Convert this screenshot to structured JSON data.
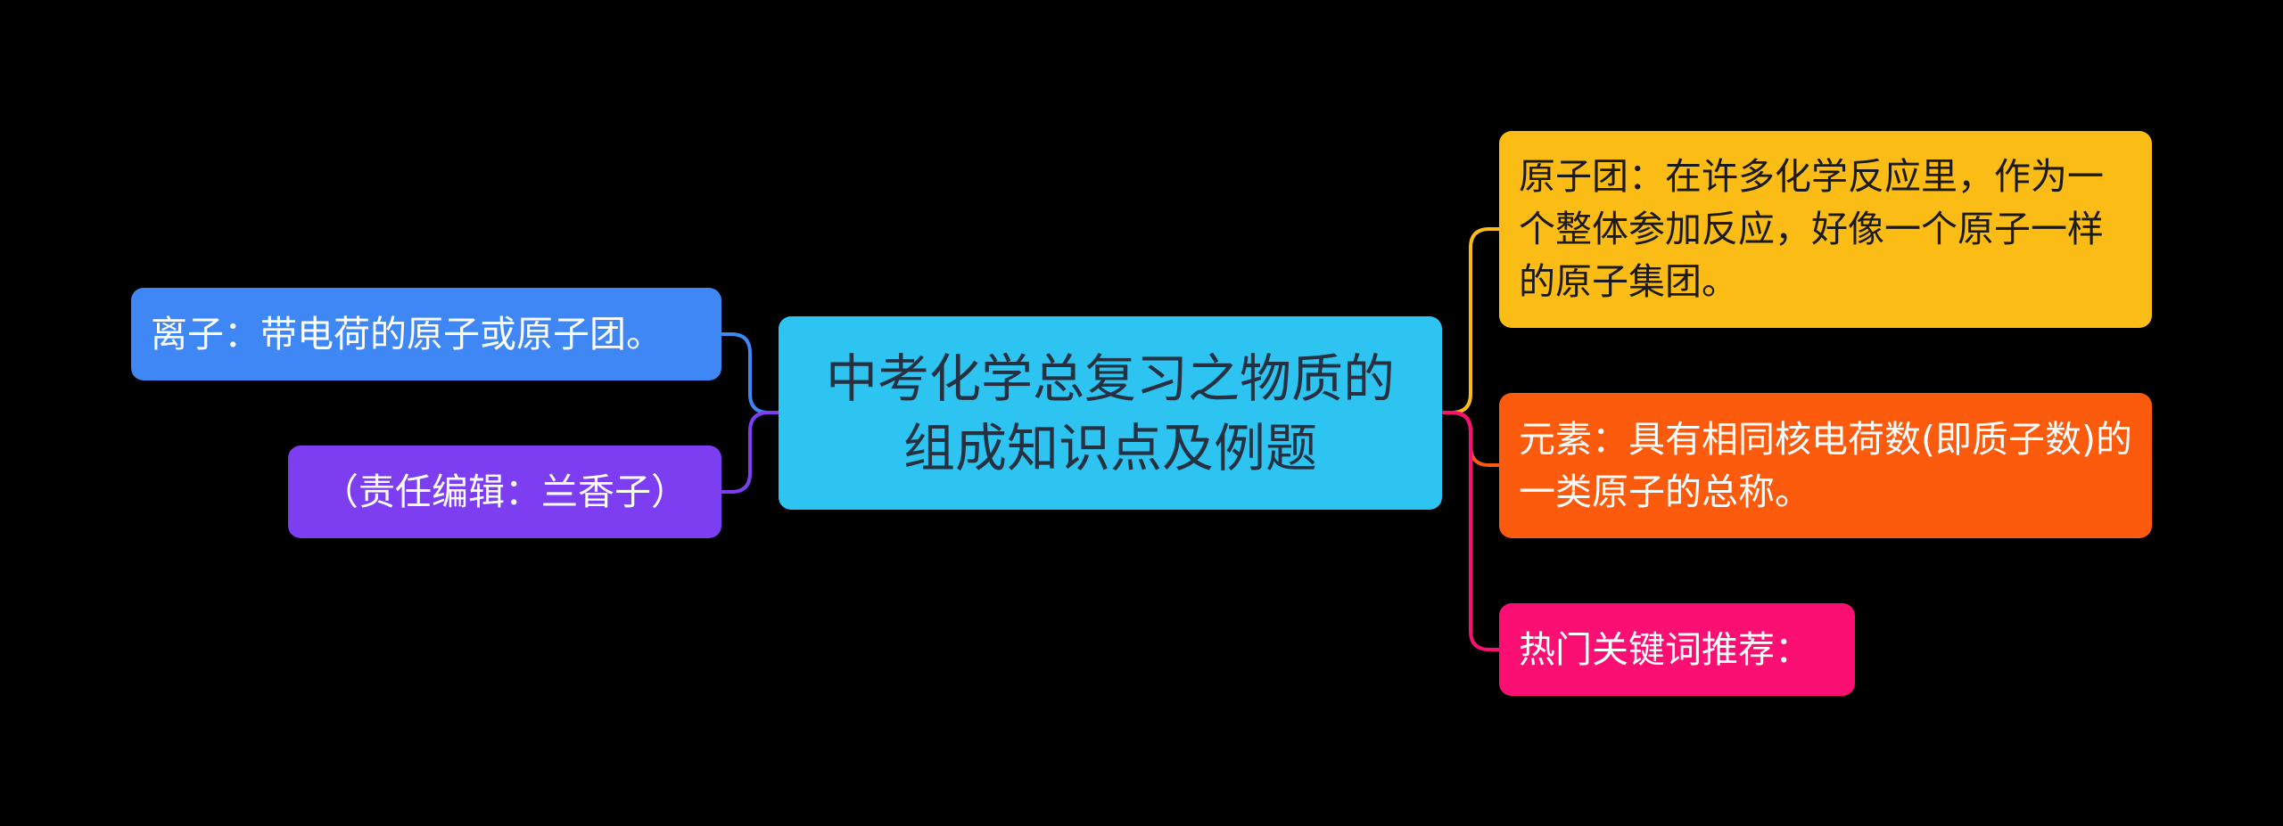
{
  "center": {
    "text": "中考化学总复习之物质的组成知识点及例题",
    "color": "#2ec4f1"
  },
  "left": [
    {
      "text": "离子：带电荷的原子或原子团。",
      "color": "#3f87f5"
    },
    {
      "text": "（责任编辑：兰香子）",
      "color": "#7d3df0"
    }
  ],
  "right": [
    {
      "text": "原子团：在许多化学反应里，作为一个整体参加反应，好像一个原子一样的原子集团。",
      "color": "#fbbc15"
    },
    {
      "text": "元素：具有相同核电荷数(即质子数)的一类原子的总称。",
      "color": "#fc5b0e"
    },
    {
      "text": "热门关键词推荐：",
      "color": "#fc0f73"
    }
  ]
}
